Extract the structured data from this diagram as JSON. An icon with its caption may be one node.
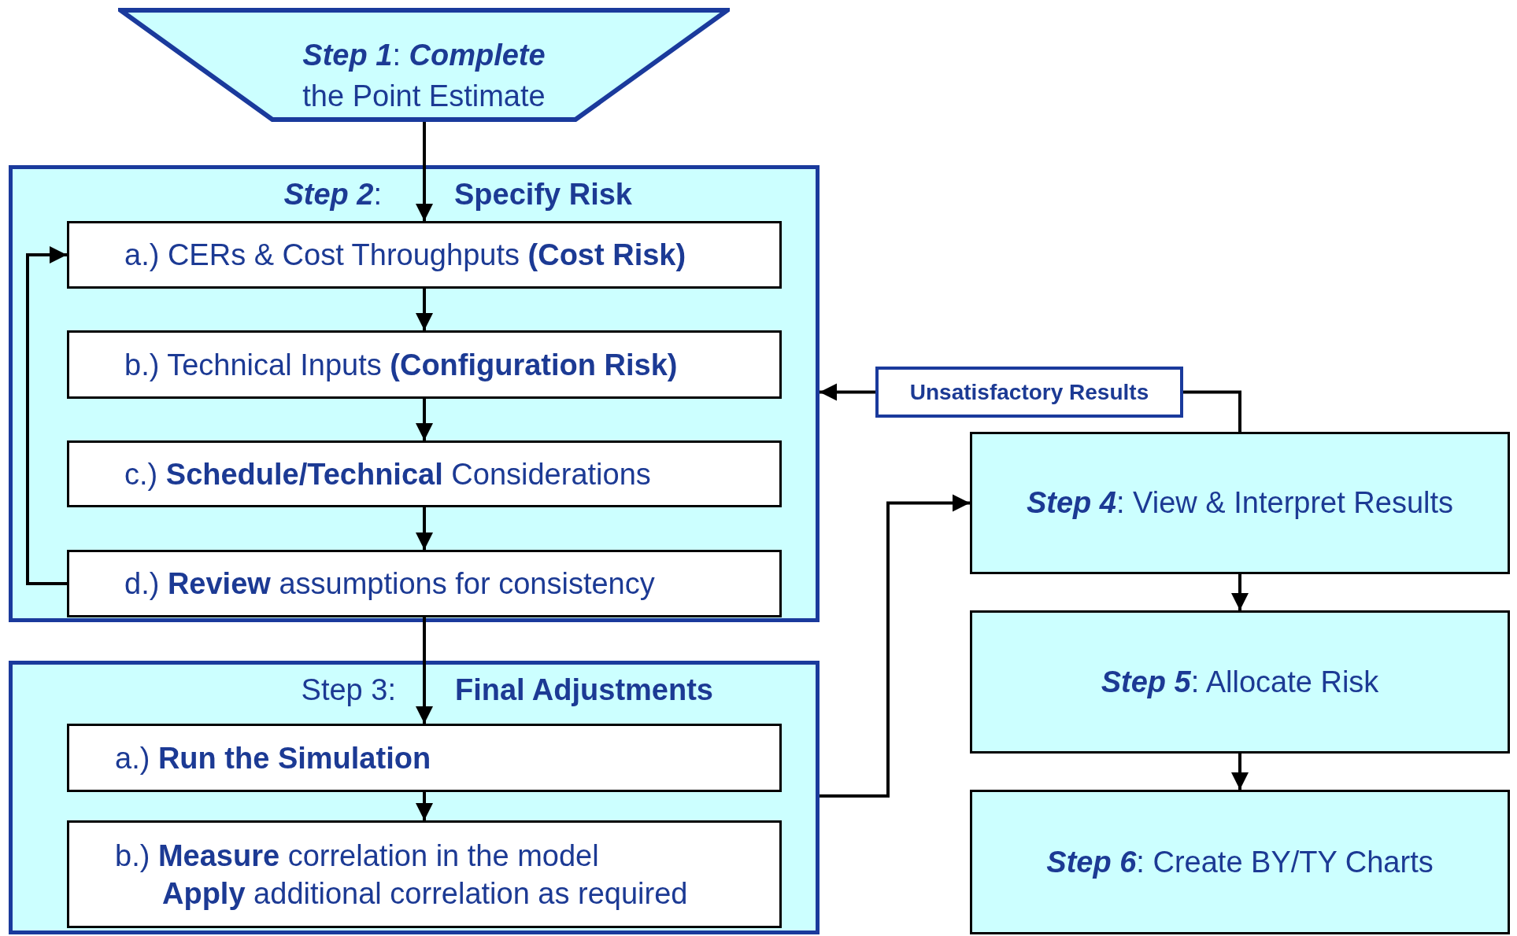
{
  "diagram": {
    "nodes": [
      {
        "text": [
          "**Step 1**: **Complete**",
          "the Point Estimate"
        ]
      },
      {
        "text": [
          "**Step 2**:",
          "Specify Risk"
        ]
      },
      {
        "text": [
          "a.) CERs & Cost Throughputs **(Cost Risk)**"
        ],
        "in": 1
      },
      {
        "text": [
          "b.) Technical Inputs **(Configuration Risk)**"
        ],
        "in": 1
      },
      {
        "text": [
          "c.) **Schedule/Technical** Considerations"
        ],
        "in": 1
      },
      {
        "text": [
          "d.) **Review** assumptions for consistency"
        ],
        "in": 1
      },
      {
        "text": [
          "Step 3:",
          "Final Adjustments"
        ]
      },
      {
        "text": [
          "a.) **Run the Simulation**"
        ],
        "in": 6
      },
      {
        "text": [
          "b.) **Measure** correlation in the model",
          "**Apply** additional correlation as required"
        ],
        "in": 6
      },
      {
        "text": [
          "Unsatisfactory Results"
        ]
      },
      {
        "text": [
          "**Step 4**: View & Interpret Results"
        ]
      },
      {
        "text": [
          "**Step 5**: Allocate Risk"
        ]
      },
      {
        "text": [
          "**Step 6**: Create BY/TY Charts"
        ]
      }
    ],
    "edges": [
      {
        "from": 0,
        "to": 2,
        "arrow": "to"
      },
      {
        "from": 2,
        "to": 3,
        "arrow": "to"
      },
      {
        "from": 3,
        "to": 4,
        "arrow": "to"
      },
      {
        "from": 4,
        "to": 5,
        "arrow": "to"
      },
      {
        "from": 5,
        "to": 2,
        "arrow": "to"
      },
      {
        "from": 5,
        "to": 7,
        "arrow": "to"
      },
      {
        "from": 7,
        "to": 8,
        "arrow": "to"
      },
      {
        "from": 6,
        "to": 10,
        "arrow": "to"
      },
      {
        "from": 10,
        "to": 9,
        "arrow": "none"
      },
      {
        "from": 9,
        "to": 1,
        "arrow": "to"
      },
      {
        "from": 10,
        "to": 11,
        "arrow": "to"
      },
      {
        "from": 11,
        "to": 12,
        "arrow": "to"
      }
    ]
  }
}
